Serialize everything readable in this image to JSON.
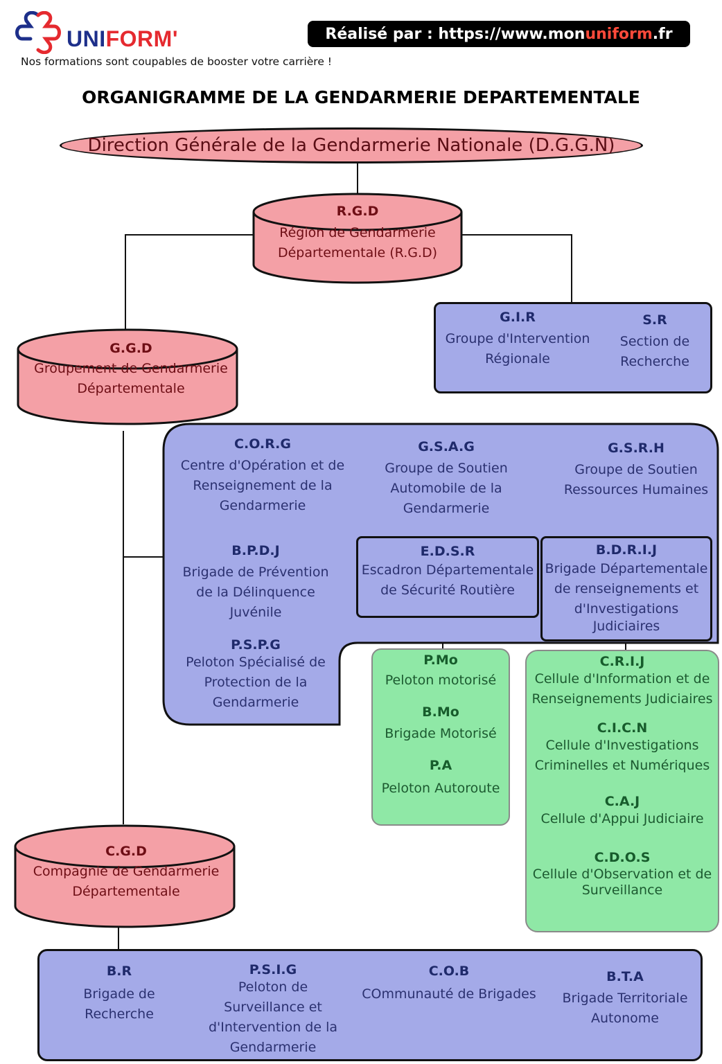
{
  "header": {
    "logo_text_a": "UNI",
    "logo_text_b": "FORM'",
    "tagline": "Nos formations sont coupables de booster votre carrière !",
    "credit_prefix": "Réalisé par : https://www.mon",
    "credit_accent": "uniform",
    "credit_suffix": ".fr"
  },
  "title": "ORGANIGRAMME DE LA GENDARMERIE DEPARTEMENTALE",
  "colors": {
    "pink": "#f4a0a6",
    "blue": "#a4aae8",
    "green": "#8fe8a6",
    "logo_blue": "#1d2f8a",
    "logo_red": "#e52a2f"
  },
  "dggn": {
    "label": "Direction Générale de la Gendarmerie Nationale",
    "abbr": "(D.G.G.N)"
  },
  "rgd": {
    "abbr": "R.G.D",
    "l1": "Région de Gendarmerie",
    "l2": "Départementale (R.G.D)"
  },
  "gir": {
    "abbr": "G.I.R",
    "l1": "Groupe d'Intervention",
    "l2": "Régionale"
  },
  "sr": {
    "abbr": "S.R",
    "l1": "Section de",
    "l2": "Recherche"
  },
  "ggd": {
    "abbr": "G.G.D",
    "l1": "Groupement de Gendarmerie",
    "l2": "Départementale"
  },
  "corg": {
    "abbr": "C.O.R.G",
    "l1": "Centre d'Opération et de",
    "l2": "Renseignement de la",
    "l3": "Gendarmerie"
  },
  "gsag": {
    "abbr": "G.S.A.G",
    "l1": "Groupe de Soutien",
    "l2": "Automobile de la",
    "l3": "Gendarmerie"
  },
  "gsrh": {
    "abbr": "G.S.R.H",
    "l1": "Groupe de Soutien",
    "l2": "Ressources Humaines"
  },
  "bpdj": {
    "abbr": "B.P.D.J",
    "l1": "Brigade de Prévention",
    "l2": "de la Délinquence",
    "l3": "Juvénile"
  },
  "edsr": {
    "abbr": "E.D.S.R",
    "l1": "Escadron Départementale",
    "l2": "de Sécurité Routière"
  },
  "bdrij": {
    "abbr": "B.D.R.I.J",
    "l1": "Brigade Départementale",
    "l2": "de renseignements et",
    "l3": "d'Investigations",
    "l4": "Judiciaires"
  },
  "pspg": {
    "abbr": "P.S.P.G",
    "l1": "Peloton Spécialisé de",
    "l2": "Protection de la",
    "l3": "Gendarmerie"
  },
  "pmo": {
    "abbr": "P.Mo",
    "l1": "Peloton motorisé"
  },
  "bmo": {
    "abbr": "B.Mo",
    "l1": "Brigade Motorisé"
  },
  "pa": {
    "abbr": "P.A",
    "l1": "Peloton Autoroute"
  },
  "crij": {
    "abbr": "C.R.I.J",
    "l1": "Cellule d'Information et de",
    "l2": "Renseignements Judiciaires"
  },
  "cicn": {
    "abbr": "C.I.C.N",
    "l1": "Cellule d'Investigations",
    "l2": "Criminelles et Numériques"
  },
  "caj": {
    "abbr": "C.A.J",
    "l1": "Cellule d'Appui Judiciaire"
  },
  "cdos": {
    "abbr": "C.D.O.S",
    "l1": "Cellule d'Observation et de",
    "l2": "Surveillance"
  },
  "cgd": {
    "abbr": "C.G.D",
    "l1": "Compagnie de Gendarmerie",
    "l2": "Départementale"
  },
  "br": {
    "abbr": "B.R",
    "l1": "Brigade de",
    "l2": "Recherche"
  },
  "psig": {
    "abbr": "P.S.I.G",
    "l1": "Peloton de",
    "l2": "Surveillance et",
    "l3": "d'Intervention de la",
    "l4": "Gendarmerie"
  },
  "cob": {
    "abbr": "C.O.B",
    "l1": "COmmunauté de Brigades"
  },
  "bta": {
    "abbr": "B.T.A",
    "l1": "Brigade Territoriale",
    "l2": "Autonome"
  }
}
